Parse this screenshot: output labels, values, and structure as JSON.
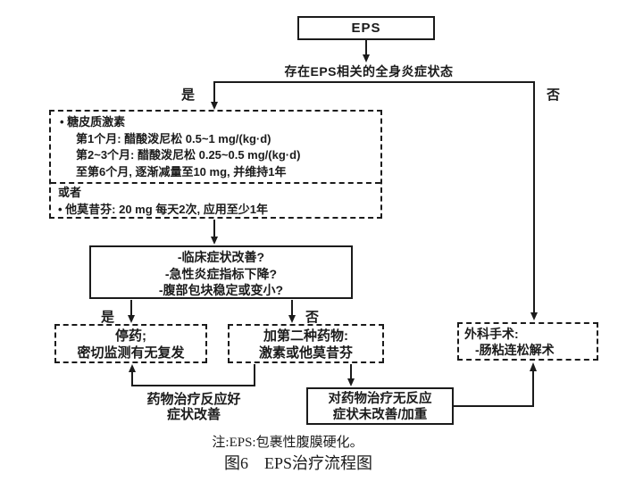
{
  "figure": {
    "note": "注:EPS:包裹性腹膜硬化。",
    "caption": "图6　EPS治疗流程图"
  },
  "flowchart": {
    "eps_label": "EPS",
    "condition_text": "存在EPS相关的全身炎症状态",
    "labels": {
      "yes": "是",
      "no": "否"
    },
    "treatment": {
      "section1": [
        "• 糖皮质激素",
        "第1个月: 醋酸泼尼松 0.5~1 mg/(kg·d)",
        "第2~3个月: 醋酸泼尼松 0.25~0.5 mg/(kg·d)",
        "至第6个月, 逐渐减量至10 mg, 并维持1年"
      ],
      "or_label": "或者",
      "section2": [
        "• 他莫昔芬: 20 mg 每天2次, 应用至少1年"
      ]
    },
    "assessment": {
      "line1": "-临床症状改善?",
      "line2": "-急性炎症指标下降?",
      "line3": "-腹部包块稳定或变小?"
    },
    "stop_box": {
      "line1": "停药;",
      "line2": "密切监测有无复发"
    },
    "second_drug_box": {
      "line1": "加第二种药物:",
      "line2": "激素或他莫昔芬"
    },
    "good_response_label": {
      "line1": "药物治疗反应好",
      "line2": "症状改善"
    },
    "no_response_box": {
      "line1": "对药物治疗无反应",
      "line2": "症状未改善/加重"
    },
    "surgery_box": {
      "line1": "外科手术:",
      "line2": "-肠粘连松解术"
    }
  },
  "colors": {
    "line": "#1b1b1b",
    "background": "#ffffff",
    "text": "#1b1b1b"
  }
}
